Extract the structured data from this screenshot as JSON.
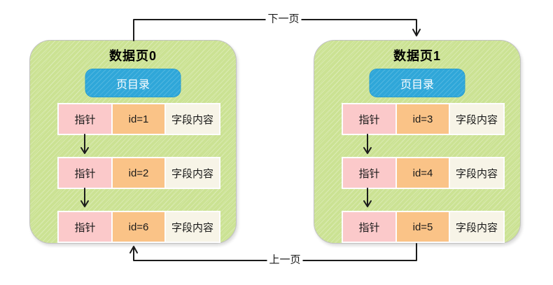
{
  "colors": {
    "canvas-bg": "#ffffff",
    "page-bg": "#cbe293",
    "page-border": "#c2c2c2",
    "directory-bg": "#2fa7d9",
    "directory-border": "#2191c4",
    "pointer-bg": "#fbc9ca",
    "id-bg": "#fac387",
    "content-bg": "#f7f4e7",
    "cell-border": "#fdfdfd",
    "line-color": "#1b1b1b",
    "title-color": "#000000",
    "directory-text": "#ffffff"
  },
  "connectors": {
    "next_label": "下一页",
    "prev_label": "上一页"
  },
  "pages": [
    {
      "title": "数据页0",
      "directory_label": "页目录",
      "rows": [
        {
          "pointer": "指针",
          "id": "id=1",
          "content": "字段内容"
        },
        {
          "pointer": "指针",
          "id": "id=2",
          "content": "字段内容"
        },
        {
          "pointer": "指针",
          "id": "id=6",
          "content": "字段内容"
        }
      ]
    },
    {
      "title": "数据页1",
      "directory_label": "页目录",
      "rows": [
        {
          "pointer": "指针",
          "id": "id=3",
          "content": "字段内容"
        },
        {
          "pointer": "指针",
          "id": "id=4",
          "content": "字段内容"
        },
        {
          "pointer": "指针",
          "id": "id=5",
          "content": "字段内容"
        }
      ]
    }
  ]
}
